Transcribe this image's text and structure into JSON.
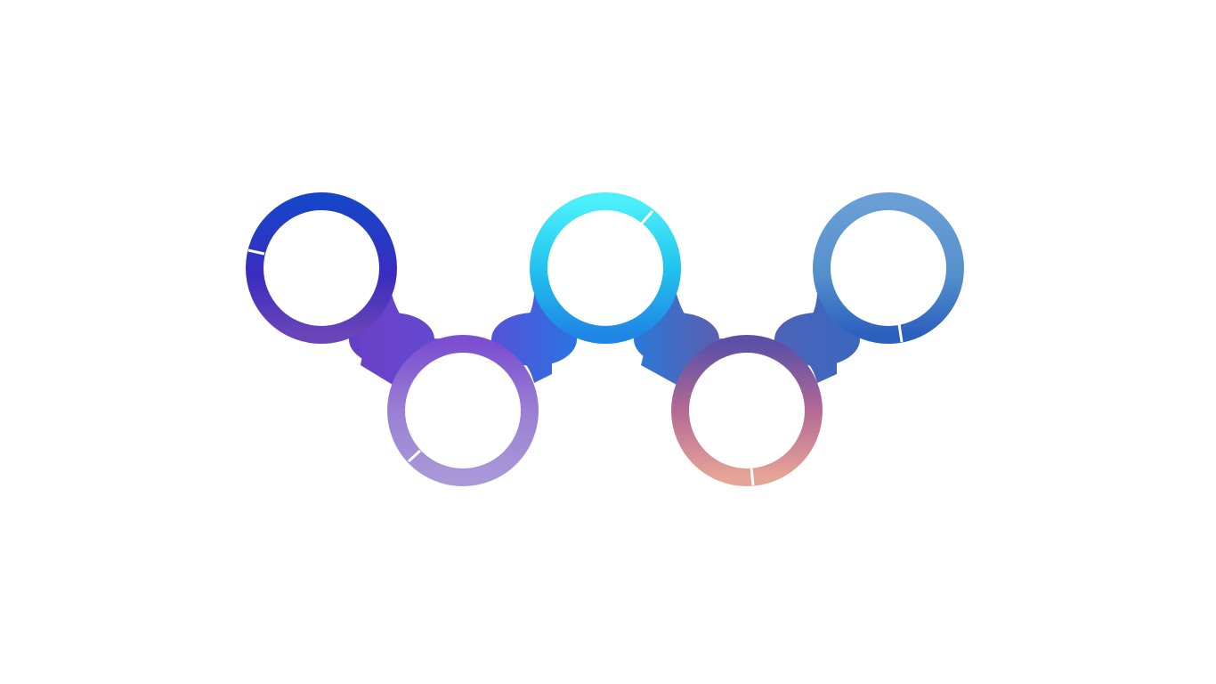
{
  "diagram": {
    "type": "circle-chain",
    "node_count": 5,
    "nodes": [
      {
        "id": "ring-1",
        "row": "top",
        "colors": [
          "#1645c8",
          "#3a2cbf",
          "#6a45b8"
        ]
      },
      {
        "id": "ring-2",
        "row": "bottom",
        "colors": [
          "#7b4fd0",
          "#9a7fd4",
          "#a898d8"
        ]
      },
      {
        "id": "ring-3",
        "row": "top",
        "colors": [
          "#4cf0fb",
          "#22c3ee",
          "#1f86e6"
        ]
      },
      {
        "id": "ring-4",
        "row": "bottom",
        "colors": [
          "#5b4fa6",
          "#b46a94",
          "#e6a497"
        ]
      },
      {
        "id": "ring-5",
        "row": "top",
        "colors": [
          "#6a9ed6",
          "#5590cc",
          "#2c5fbe"
        ]
      }
    ],
    "background": "#ffffff"
  }
}
